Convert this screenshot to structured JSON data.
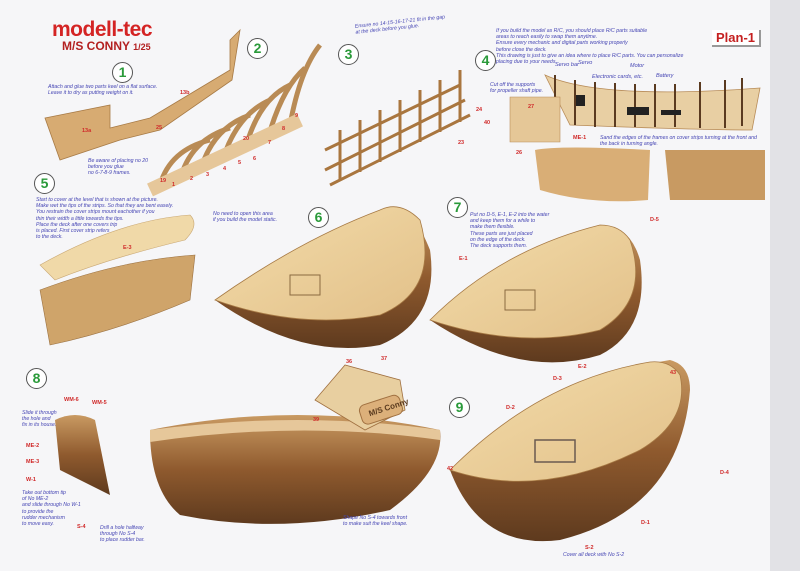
{
  "header": {
    "brand": "modell-tec",
    "model": "M/S CONNY",
    "scale": "1/25",
    "plan": "Plan-1"
  },
  "steps": [
    "1",
    "2",
    "3",
    "4",
    "5",
    "6",
    "7",
    "8",
    "9"
  ],
  "notes": {
    "step1": "Attach and glue two parts keel on a flat surface.\nLeave it to dry as putting weight on it.",
    "step2": "Be aware of placing no 20\nbefore you glue\nno 6-7-8-9 frames.",
    "step3": "Ensure no 14-15-16-17-21 fit in the gap\nat the deck before you glue.",
    "step4": "If you build the model as R/C, you should place R/C parts suitable\nareas to reach easily to swap them anytime.\nEnsure every mechanic and digital parts working properly\nbefore close the deck.\nThis drawing is just to give an idea where to place R/C parts. You can personalize\nplacing due to your needs.",
    "shaft": "Cut off the supports\nfor propeller shaft pipe.",
    "sand": "Sand the edges of the frames on cover strips turning at the front and\nthe back in turning angle.",
    "step5": "Start to cover at the level that is shown at the picture.\nMake wet the tips of the strips. So that they are bent easely.\nYou restrain the cover strips mount eachother if you\nthin their width a little towards the tips.\nPlace the deck after one covers trip\nis placed. First cover strip refers\nto the deck.",
    "static": "No need to open this area\nif you build the model static.",
    "step7": "Put no D-5, E-1, E-2 into the water\nand keep them for a while to\nmake them flexible.\nThese parts are just placed\non the edge of the deck.\nThe deck supports them.",
    "step8a": "Slide it through\nthe hole and\nfix in its house.",
    "step8b": "Take out bottom tip\nof No ME-2\nand slide through No W-1\nto provide the\nrudder mechanism\nto move easy.",
    "drill": "Drill a hole halfway\nthrough No S-4\nto place rudder bar.",
    "shape": "Shape No S-4 towards front\nto make suit the keel shape.",
    "cover": "Cover all deck with No S-2"
  },
  "callouts": {
    "servo_bar": "Servo bar",
    "servo": "Servo",
    "cards": "Electronic cards, etc.",
    "motor": "Motor",
    "battery": "Battery"
  },
  "stand_label": "M/S Conny",
  "parts": {
    "p13a": "13a",
    "p13b": "13b",
    "p25": "25",
    "p19": "19",
    "p1": "1",
    "p2": "2",
    "p3": "3",
    "p4": "4",
    "p5": "5",
    "p6": "6",
    "p7": "7",
    "p8": "8",
    "p9": "9",
    "p20": "20",
    "p24": "24",
    "p40": "40",
    "p27": "27",
    "p26": "26",
    "p23": "23",
    "me1": "ME-1",
    "e3": "E-3",
    "d5": "D-5",
    "e1": "E-1",
    "e2": "E-2",
    "wm6": "WM-6",
    "wm5": "WM-5",
    "me2": "ME-2",
    "me3": "ME-3",
    "w1": "W-1",
    "s4": "S-4",
    "p36": "36",
    "p37": "37",
    "p39": "39",
    "d2": "D-2",
    "d3": "D-3",
    "p42": "42",
    "p43": "43",
    "d4": "D-4",
    "d1": "D-1",
    "s2": "S-2"
  },
  "colors": {
    "brand": "#d42424",
    "step": "#2a9a3a",
    "note": "#4646b4",
    "part": "#d02a2a",
    "wood": "#d9b27a",
    "hull": "#8a5a32"
  }
}
